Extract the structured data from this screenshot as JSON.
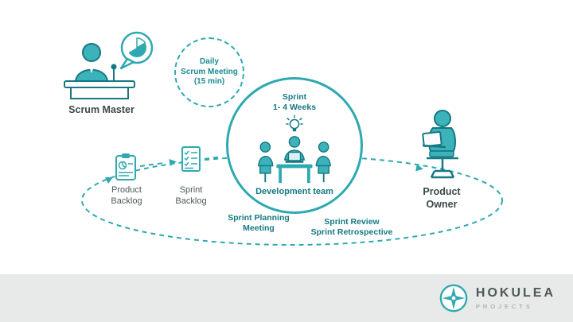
{
  "colors": {
    "teal": "#2FA9B1",
    "teal_fill": "#3CB2BA",
    "dark_teal": "#157882",
    "text_dark": "#3E4849",
    "text_gray": "#4F5859",
    "footer_bg": "#E7EAE9"
  },
  "nodes": {
    "scrum_master": "Scrum Master",
    "daily_meeting": "Daily\nScrum Meeting\n(15 min)",
    "sprint": "Sprint\n1- 4 Weeks",
    "dev_team": "Development team",
    "product_backlog": "Product\nBacklog",
    "sprint_backlog": "Sprint\nBacklog",
    "product_owner": "Product\nOwner",
    "sprint_planning": "Sprint Planning\nMeeting",
    "sprint_review": "Sprint Review\nSprint Retrospective"
  },
  "logo": {
    "name": "HOKULEA",
    "tagline": "PROJECTS"
  }
}
